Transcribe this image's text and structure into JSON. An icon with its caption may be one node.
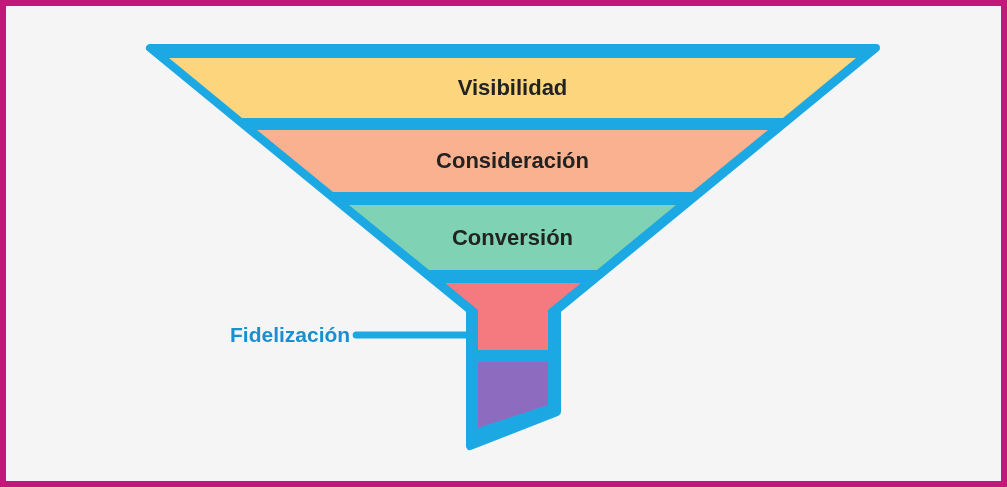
{
  "diagram": {
    "nodes": [
      {
        "text": [
          "Visibilidad"
        ]
      },
      {
        "text": [
          "Consideración"
        ]
      },
      {
        "text": [
          "Conversión"
        ]
      },
      {
        "text": [],
        "shape": "bar"
      },
      {
        "text": [],
        "shape": "bar"
      },
      {
        "text": [
          "Fidelización"
        ]
      }
    ],
    "edges": [
      {
        "from": 5,
        "to": 3,
        "arrow": "none"
      }
    ]
  }
}
